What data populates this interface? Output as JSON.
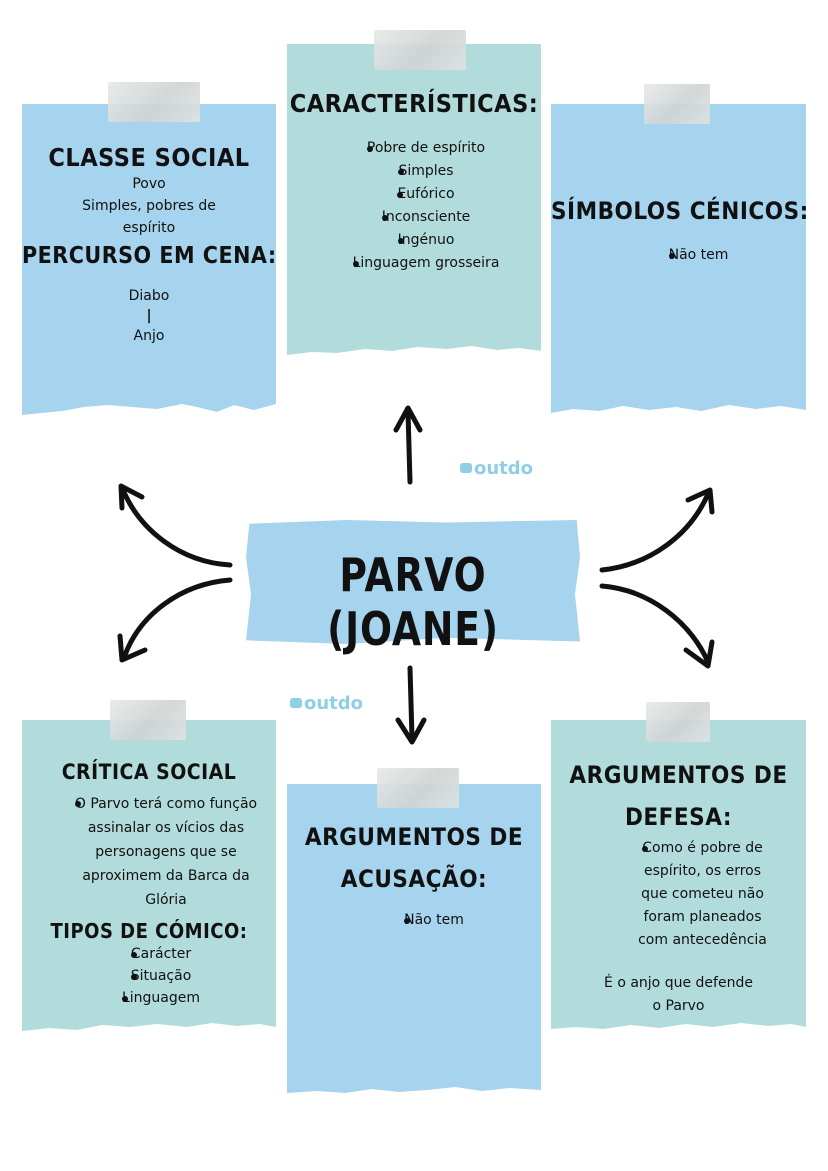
{
  "center": {
    "title": "PARVO (JOANE)"
  },
  "watermark": {
    "text": "outdo",
    "color": "#8ecfe6"
  },
  "colors": {
    "blue_card": "#a6d3ee",
    "teal_card": "#b2dcdc",
    "tape": "#dcdfde",
    "text": "#111111"
  },
  "cards": {
    "classe_social": {
      "heading": "CLASSE SOCIAL",
      "lines": [
        "Povo",
        "Simples, pobres de",
        "espírito"
      ],
      "subheading": "PERCURSO EM CENA:",
      "path": [
        "Diabo",
        "|",
        "Anjo"
      ]
    },
    "caracteristicas": {
      "heading": "CARACTERÍSTICAS:",
      "items": [
        "Pobre de espírito",
        "Simples",
        "Eufórico",
        "Inconsciente",
        "Ingénuo",
        "Linguagem grosseira"
      ]
    },
    "simbolos": {
      "heading": "SÍMBOLOS CÉNICOS:",
      "items": [
        "Não tem"
      ]
    },
    "critica": {
      "heading": "CRÍTICA SOCIAL",
      "items": [
        "O Parvo terá como função assinalar os vícios das personagens que se aproximem da Barca da Glória"
      ],
      "subheading": "TIPOS DE CÓMICO:",
      "tipos": [
        "Carácter",
        "Situação",
        "Linguagem"
      ]
    },
    "acusacao": {
      "heading_1": "ARGUMENTOS DE",
      "heading_2": "ACUSAÇÃO:",
      "items": [
        "Não tem"
      ]
    },
    "defesa": {
      "heading_1": "ARGUMENTOS DE",
      "heading_2": "DEFESA:",
      "items": [
        "Como é pobre de espírito, os erros que cometeu não foram planeados com antecedência"
      ],
      "note": "É o anjo que defende o Parvo"
    }
  }
}
